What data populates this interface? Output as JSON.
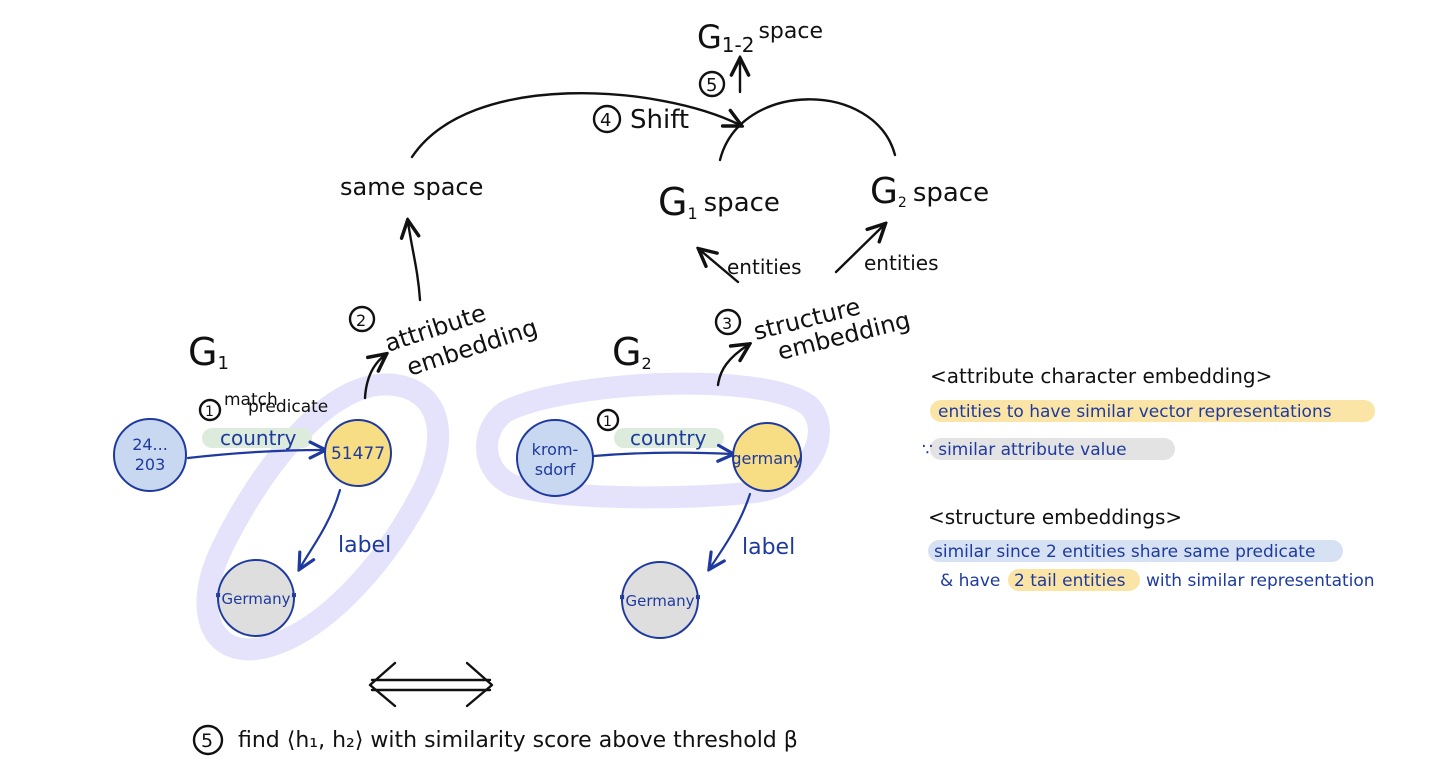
{
  "colors": {
    "ink": "#111111",
    "blue_ink": "#1f3a9e",
    "node_blue": "#c8d8f0",
    "node_yellow": "#f7dd83",
    "node_gray": "#dedede",
    "highlight_purple": "#e4e3fb",
    "highlight_green": "#dcebdc",
    "highlight_yellow": "#fae5a6",
    "highlight_gray": "#e3e3e3",
    "highlight_blue": "#d6e2f3"
  },
  "top": {
    "g12_label": "G",
    "g12_sub": "1-2",
    "g12_suffix": "space",
    "step5_top": "5",
    "step4": "4",
    "shift": "Shift",
    "same_space": "same space",
    "g1_space_g": "G",
    "g1_space_sub": "1",
    "g1_space_word": "space",
    "g2_space_g": "G",
    "g2_space_sub": "2",
    "g2_space_word": "space",
    "entities_left": "entities",
    "entities_right": "entities"
  },
  "middle": {
    "step2": "2",
    "attribute": "attribute",
    "embedding_a": "embedding",
    "step3": "3",
    "structure": "structure",
    "embedding_s": "embedding"
  },
  "graph1": {
    "title_g": "G",
    "title_sub": "1",
    "step1": "1",
    "match": "match",
    "predicate": "predicate",
    "edge_country": "country",
    "node_id_l1": "24...",
    "node_id_l2": "203",
    "node_mid": "51477",
    "edge_label": "label",
    "node_literal": "\"Germany\""
  },
  "graph2": {
    "title_g": "G",
    "title_sub": "2",
    "step1": "1",
    "edge_country": "country",
    "node_id_l1": "krom-",
    "node_id_l2": "sdorf",
    "node_mid": "germany",
    "edge_label": "label",
    "node_literal": "\"Germany\""
  },
  "notes": {
    "attr_header": "<attribute character embedding>",
    "attr_line1": "entities to have similar vector representations",
    "attr_line2": "∵ similar attribute value",
    "struct_header": "<structure embeddings>",
    "struct_line1": "similar since 2 entities share same predicate",
    "struct_line2_a": "& have",
    "struct_line2_b": "2 tail entities",
    "struct_line2_c": "with similar representation"
  },
  "bottom": {
    "step5": "5",
    "find_text": "find ⟨h₁, h₂⟩ with similarity score above threshold β"
  }
}
